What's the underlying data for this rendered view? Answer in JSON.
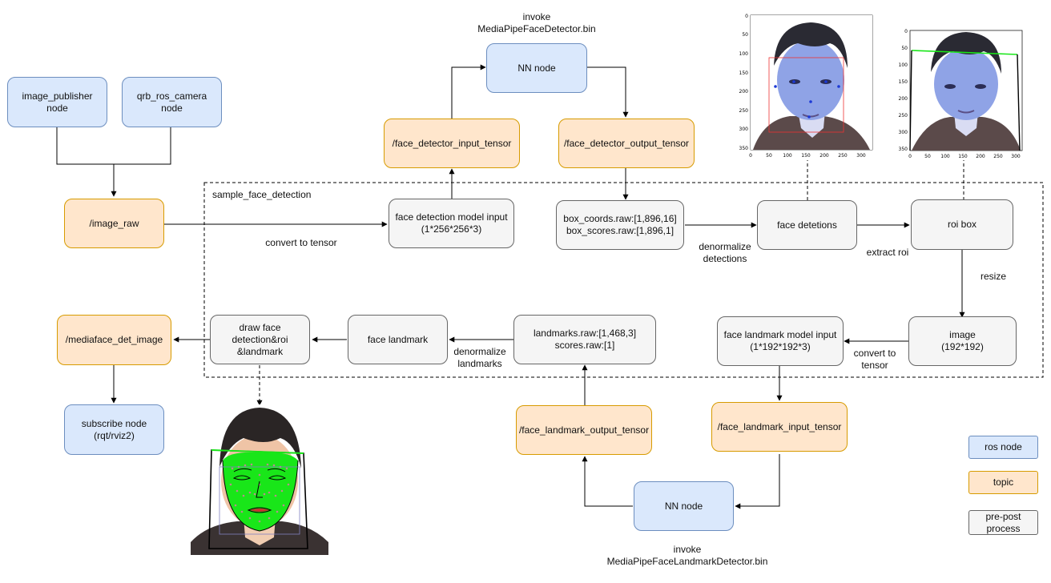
{
  "nodes": {
    "image_publisher": "image_publisher\nnode",
    "qrb_ros_camera": "qrb_ros_camera\nnode",
    "image_raw": "/image_raw",
    "face_detector_input_tensor": "/face_detector_input_tensor",
    "nn_node_top": "NN node",
    "face_detector_output_tensor": "/face_detector_output_tensor",
    "face_detection_model_input": "face detection model input\n(1*256*256*3)",
    "box_coords": "box_coords.raw:[1,896,16]\nbox_scores.raw:[1,896,1]",
    "face_detections": "face detetions",
    "roi_box": "roi box",
    "image_192": "image\n(192*192)",
    "face_landmark_model_input": "face landmark model input\n(1*192*192*3)",
    "landmarks_raw": "landmarks.raw:[1,468,3]\nscores.raw:[1]",
    "face_landmark": "face landmark",
    "draw_face": "draw face\ndetection&roi\n&landmark",
    "mediaface_det_image": "/mediaface_det_image",
    "subscribe_node": "subscribe node\n(rqt/rviz2)",
    "face_landmark_output_tensor": "/face_landmark_output_tensor",
    "face_landmark_input_tensor": "/face_landmark_input_tensor",
    "nn_node_bottom": "NN node"
  },
  "labels": {
    "invoke_detector": "invoke\nMediaPipeFaceDetector.bin",
    "invoke_landmark": "invoke\nMediaPipeFaceLandmarkDetector.bin",
    "sample_face_detection": "sample_face_detection",
    "convert_to_tensor_1": "convert to tensor",
    "denormalize_detections": "denormalize\ndetections",
    "extract_roi": "extract roi",
    "resize": "resize",
    "convert_to_tensor_2": "convert to\ntensor",
    "denormalize_landmarks": "denormalize\nlandmarks"
  },
  "legend": {
    "ros_node": "ros node",
    "topic": "topic",
    "pre_post_process": "pre-post\nprocess"
  },
  "plot1": {
    "y_ticks": [
      "0",
      "50",
      "100",
      "150",
      "200",
      "250",
      "300",
      "350"
    ],
    "x_ticks": [
      "0",
      "50",
      "100",
      "150",
      "200",
      "250",
      "300"
    ]
  },
  "plot2": {
    "y_ticks": [
      "0",
      "50",
      "100",
      "150",
      "200",
      "250",
      "300",
      "350"
    ],
    "x_ticks": [
      "0",
      "50",
      "100",
      "150",
      "200",
      "250",
      "300"
    ]
  },
  "colors": {
    "ros_node_fill": "#dae8fc",
    "ros_node_stroke": "#6c8ebf",
    "topic_fill": "#ffe6cc",
    "topic_stroke": "#d79b00",
    "process_fill": "#f5f5f5",
    "process_stroke": "#666666",
    "face_tint": "#8fa3e6",
    "landmark_green": "#19e619"
  }
}
